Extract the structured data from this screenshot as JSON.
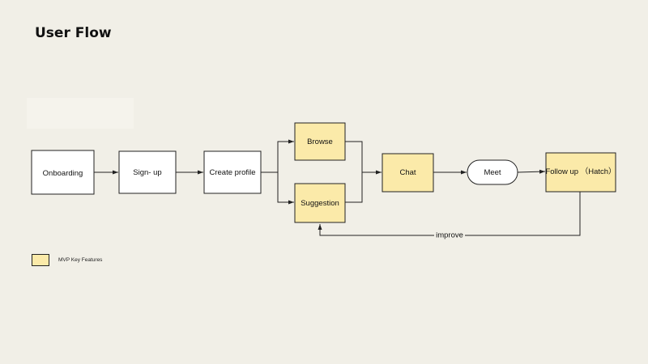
{
  "title": "User Flow",
  "nodes": {
    "onboarding": "Onboarding",
    "signup": "Sign- up",
    "create_profile": "Create profile",
    "browse": "Browse",
    "suggestion": "Suggestion",
    "chat": "Chat",
    "meet": "Meet",
    "follow_up": "Follow up （Hatch）"
  },
  "edge_labels": {
    "improve": "improve"
  },
  "legend": {
    "label": "MVP Key Features"
  },
  "colors": {
    "background": "#f1efe7",
    "mvp_fill": "#fbeaa9",
    "plain_fill": "#ffffff",
    "stroke": "#222222"
  }
}
